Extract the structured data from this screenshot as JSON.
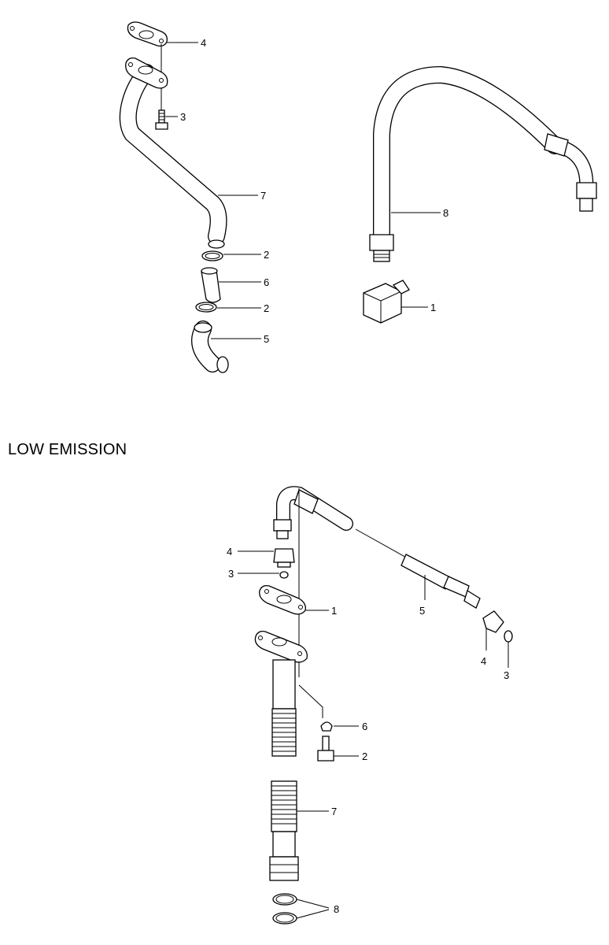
{
  "section_title": "LOW EMISSION",
  "upper_assembly": {
    "callouts": {
      "c4": "4",
      "c3": "3",
      "c7": "7",
      "c2a": "2",
      "c6": "6",
      "c2b": "2",
      "c5": "5",
      "c8": "8",
      "c1": "1"
    }
  },
  "low_emission_assembly": {
    "callouts": {
      "c4": "4",
      "c3": "3",
      "c1": "1",
      "c5": "5",
      "c4b": "4",
      "c3b": "3",
      "c6": "6",
      "c2": "2",
      "c7": "7",
      "c8": "8"
    }
  }
}
